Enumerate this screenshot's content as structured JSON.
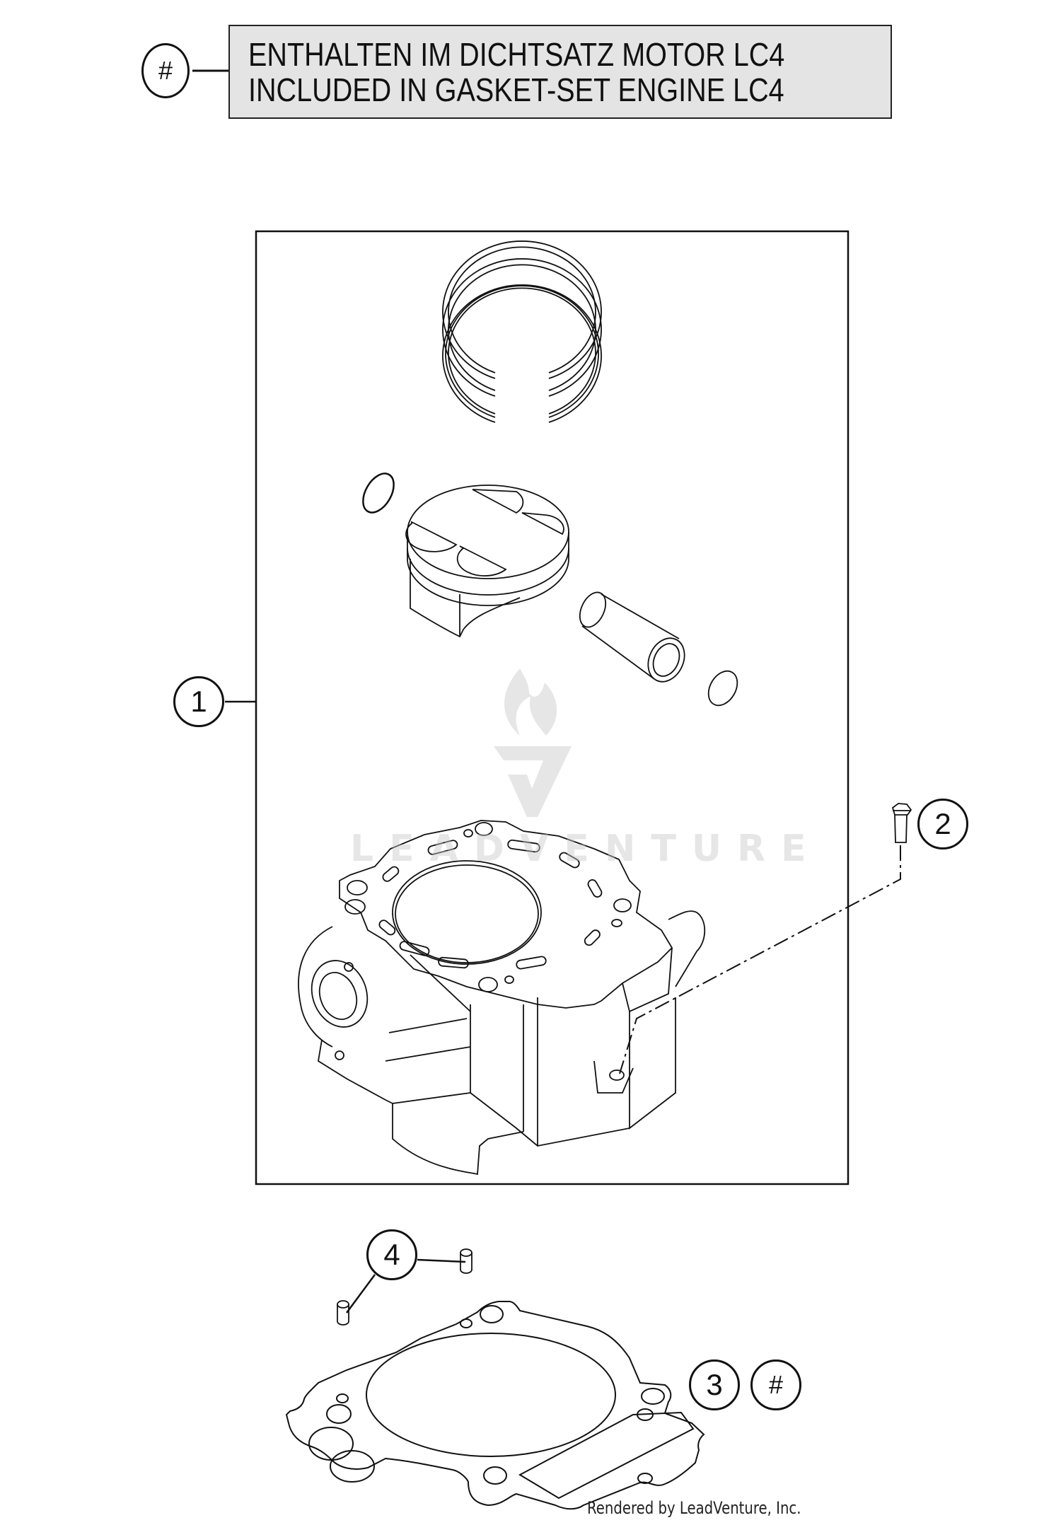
{
  "legend": {
    "symbol": "#",
    "line_de": "ENTHALTEN IM DICHTSATZ MOTOR LC4",
    "line_en": "INCLUDED IN GASKET-SET ENGINE LC4"
  },
  "callouts": [
    {
      "label": "1",
      "part": "cylinder-kit"
    },
    {
      "label": "2",
      "part": "bolt"
    },
    {
      "label": "3",
      "part": "cylinder-base-gasket"
    },
    {
      "label": "#",
      "part": "gasket-set-marker"
    },
    {
      "label": "4",
      "part": "dowel-pin"
    }
  ],
  "watermark": {
    "text": "LEADVENTURE",
    "color": "#c8c8c8"
  },
  "footer": {
    "credit": "Rendered by LeadVenture, Inc."
  },
  "colors": {
    "line": "#111111",
    "legend_bg": "#e4e4e4",
    "background": "#ffffff"
  }
}
